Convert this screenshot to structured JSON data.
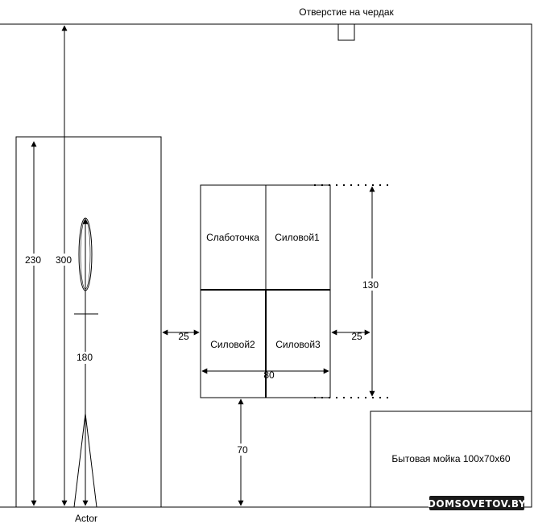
{
  "labels": {
    "attic_hole": "Отверстие на чердак",
    "box_weak": "Слаботочка",
    "box_power1": "Силовой1",
    "box_power2": "Силовой2",
    "box_power3": "Силовой3",
    "sink": "Бытовая мойка 100х70х60",
    "actor": "Actor",
    "watermark": "DOMSOVETOV.BY"
  },
  "dimensions": {
    "door_height": "230",
    "wall_height": "300",
    "person_height": "180",
    "gap_left": "25",
    "gap_right": "25",
    "boxes_width": "80",
    "boxes_height": "130",
    "floor_gap": "70"
  },
  "colors": {
    "line": "#000000",
    "background": "#ffffff",
    "watermark_bg": "#1a1a1a"
  }
}
